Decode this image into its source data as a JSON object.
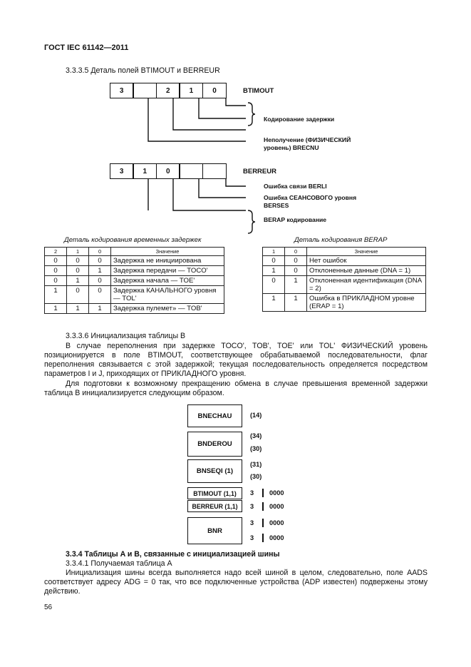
{
  "header": {
    "title": "ГОСТ IEC 61142—2011"
  },
  "sec1": {
    "title": "3.3.3.5 Деталь полей BTIMOUT и BERREUR"
  },
  "btimout": {
    "cells": [
      "3",
      "",
      "2",
      "1",
      "0"
    ],
    "name": "BTIMOUT",
    "note1": "Кодирование задержки",
    "note2a": "Неполучение (ФИЗИЧЕСКИЙ",
    "note2b": "уровень) BRECNU"
  },
  "berreur": {
    "cells": [
      "3",
      "1",
      "0",
      "",
      ""
    ],
    "name": "BERREUR",
    "note1": "Ошибка связи BERLI",
    "note2a": "Ошибка СЕАНСОВОГО уровня",
    "note2b": "BERSES",
    "note3": "BERAP кодирование"
  },
  "table1": {
    "caption": "Деталь кодирования временных задержек",
    "headers": [
      "2",
      "1",
      "0",
      "Значение"
    ],
    "rows": [
      [
        "0",
        "0",
        "0",
        "Задержка не инициирована"
      ],
      [
        "0",
        "0",
        "1",
        "Задержка передачи — TOCO'"
      ],
      [
        "0",
        "1",
        "0",
        "Задержка начала — TOE'"
      ],
      [
        "1",
        "0",
        "0",
        "Задержка КАНАЛЬНОГО уровня — TOL'"
      ],
      [
        "1",
        "1",
        "1",
        "Задержка пулемет» — TOB'"
      ]
    ]
  },
  "table2": {
    "caption": "Деталь кодирования BERAP",
    "headers": [
      "1",
      "0",
      "Значение"
    ],
    "rows": [
      [
        "0",
        "0",
        "Нет ошибок"
      ],
      [
        "1",
        "0",
        "Отклоненные данные (DNA = 1)"
      ],
      [
        "0",
        "1",
        "Отклоненная идентификация (DNA = 2)"
      ],
      [
        "1",
        "1",
        "Ошибка в ПРИКЛАДНОМ уровне (ERAP = 1)"
      ]
    ]
  },
  "sec2": {
    "title": "3.3.3.6 Инициализация таблицы B",
    "para1": "В случае переполнения при задержке TOCO', TOB', TOE' или TOL' ФИЗИЧЕСКИЙ уровень позиционируется в поле BTIMOUT, соответствующее обрабатываемой последовательности, флаг переполнения связывается с этой задержкой; текущая последовательность определяется посредством параметров I и J, приходящих от ПРИКЛАДНОГО уровня.",
    "para2": "Для подготовки к возможному прекращению обмена в случае превышения временной задержки таблица B инициализируется следующим образом."
  },
  "diagram": {
    "bnechau": {
      "label": "BNECHAU",
      "v1": "(14)"
    },
    "bnderou": {
      "label": "BNDEROU",
      "v1": "(34)",
      "v2": "(30)"
    },
    "bnseqi": {
      "label": "BNSEQI (1)",
      "v1": "(31)",
      "v2": "(30)"
    },
    "btimout": {
      "label": "BTIMOUT (1,1)",
      "a": "3",
      "b": "0000"
    },
    "berreur": {
      "label": "BERREUR (1,1)",
      "a": "3",
      "b": "0000"
    },
    "bnr": {
      "label": "BNR",
      "a1": "3",
      "b1": "0000",
      "a2": "3",
      "b2": "0000"
    }
  },
  "sec3": {
    "title": "3.3.4 Таблицы A и B, связанные с инициализацией шины",
    "sub": "3.3.4.1 Получаемая таблица A",
    "para": "Инициализация шины всегда выполняется надо всей шиной в целом, следовательно, поле AADS соответствует адресу ADG = 0 так, что все подключенные устройства (ADP известен) подвержены этому действию."
  },
  "page": {
    "number": "56"
  }
}
